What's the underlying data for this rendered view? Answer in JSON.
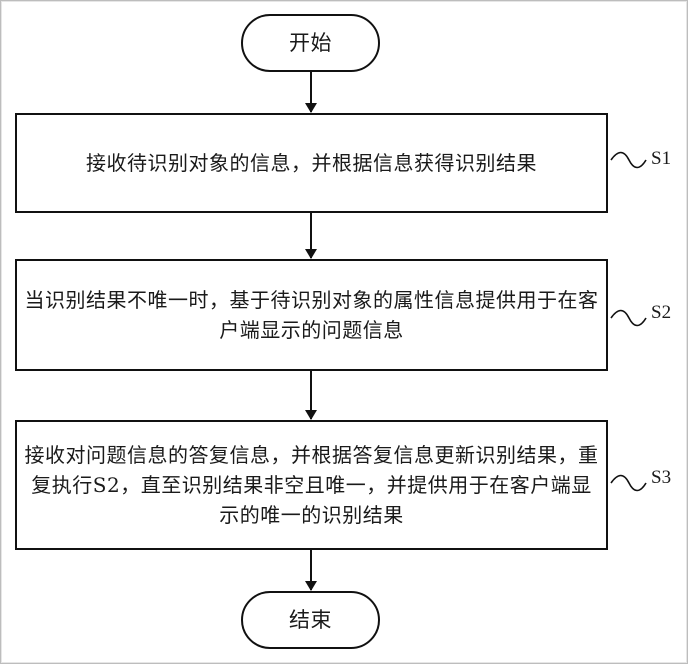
{
  "flowchart": {
    "start_label": "开始",
    "end_label": "结束",
    "steps": [
      {
        "id": "S1",
        "label": "S1",
        "text": "接收待识别对象的信息，并根据信息获得识别结果"
      },
      {
        "id": "S2",
        "label": "S2",
        "text": "当识别结果不唯一时，基于待识别对象的属性信息提供用于在客户端显示的问题信息"
      },
      {
        "id": "S3",
        "label": "S3",
        "text": "接收对问题信息的答复信息，并根据答复信息更新识别结果，重复执行S2，直至识别结果非空且唯一，并提供用于在客户端显示的唯一的识别结果"
      }
    ]
  }
}
